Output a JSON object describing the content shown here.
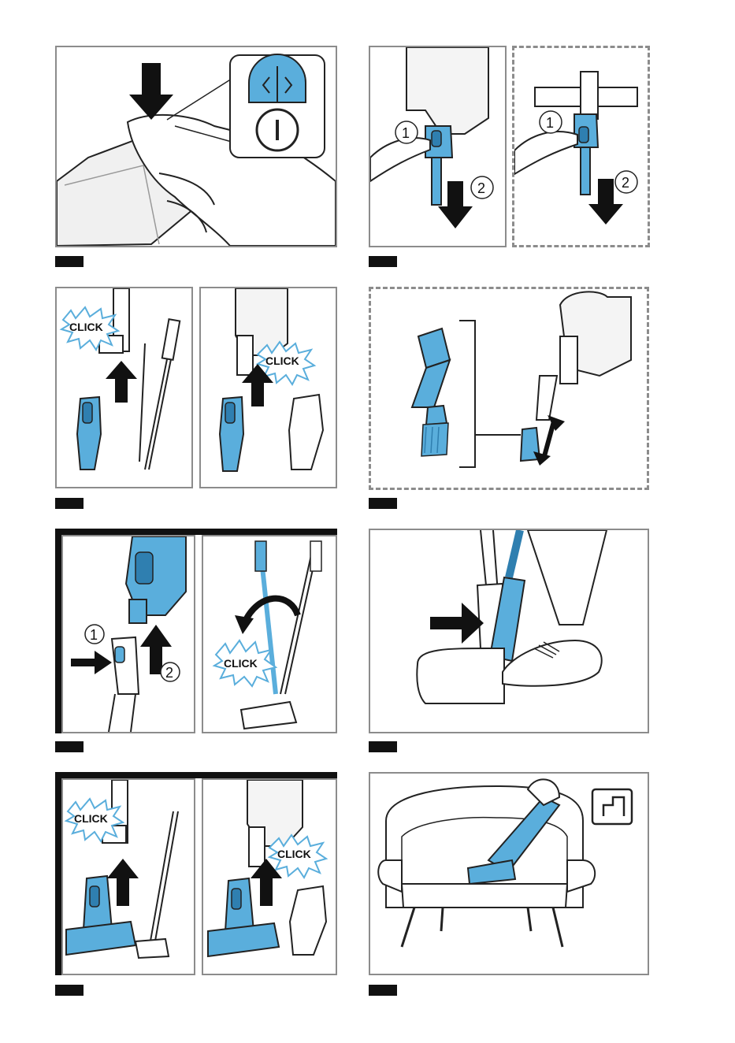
{
  "labels": {
    "click": "CLICK",
    "one": "1",
    "two": "2"
  },
  "colors": {
    "accent": "#5aaedc",
    "accent_dark": "#2f7fb0",
    "frame": "#8c8c8c",
    "ink": "#111111"
  },
  "icons": {
    "press": "arrow-down-icon",
    "insert": "arrow-up-icon",
    "push": "arrow-right-icon",
    "rotate": "curved-arrow-icon",
    "mode": "handheld-mode-icon"
  }
}
